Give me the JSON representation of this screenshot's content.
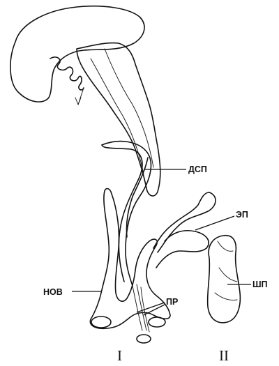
{
  "figure": {
    "labels": {
      "dsp": "ДСП",
      "ep": "ЭП",
      "nov": "НОВ",
      "pr": "ПР",
      "shp": "ШП"
    },
    "panels": {
      "left": "I",
      "right": "II"
    }
  }
}
